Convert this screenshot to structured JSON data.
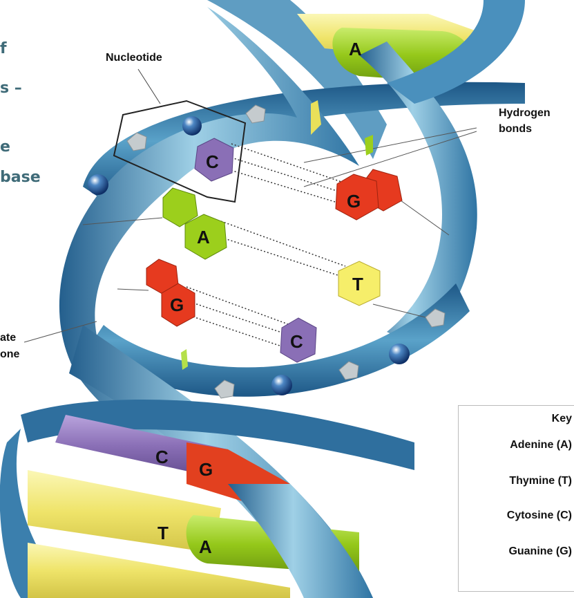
{
  "side_text": [
    "f",
    "s –",
    "e",
    "base"
  ],
  "labels": {
    "nucleotide": "Nucleotide",
    "hydrogen_bonds_1": "Hydrogen",
    "hydrogen_bonds_2": "bonds",
    "backbone_1": "ate",
    "backbone_2": "one"
  },
  "bases": {
    "A": "A",
    "T": "T",
    "C": "C",
    "G": "G"
  },
  "key": {
    "title": "Key",
    "items": [
      "Adenine (A)",
      "Thymine (T)",
      "Cytosine (C)",
      "Guanine (G)"
    ]
  },
  "colors": {
    "adenine": "#9ccf1c",
    "thymine": "#f6ee6a",
    "cytosine": "#8a6fb6",
    "guanine": "#e63a1f",
    "ribbon": "#3e88b4",
    "ribbon_light": "#bfe0ef",
    "sugar": "#c9cfd3",
    "phosphate": "#1f5e9a",
    "side_text": "#3f6b78"
  }
}
